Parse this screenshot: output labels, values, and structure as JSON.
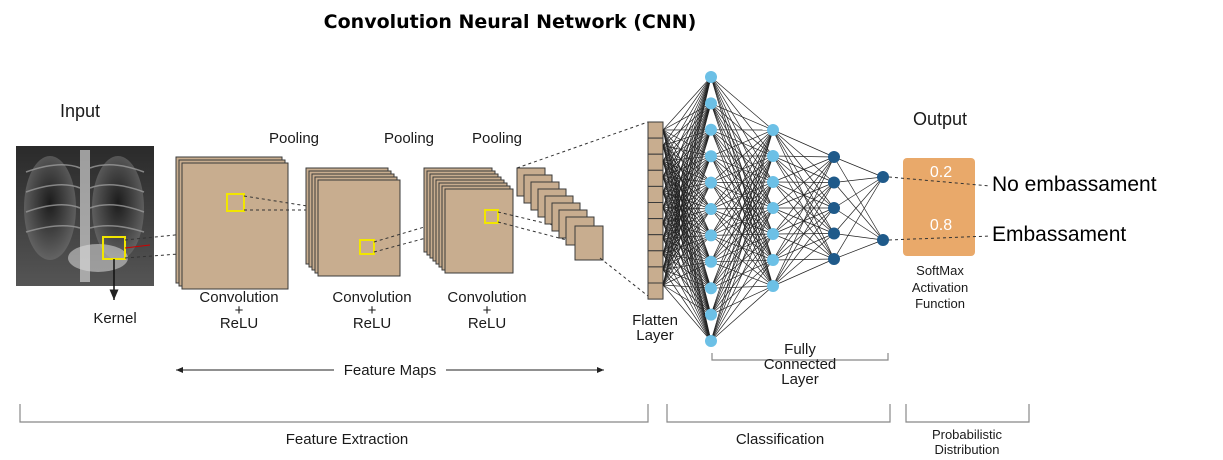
{
  "title": "Convolution  Neural  Network (CNN)",
  "labels": {
    "input": "Input",
    "kernel": "Kernel",
    "pooling": "Pooling",
    "conv_line1": "Convolution",
    "conv_line2": "+",
    "conv_line3": "ReLU",
    "feature_maps": "Feature  Maps",
    "flatten_line1": "Flatten",
    "flatten_line2": "Layer",
    "fc_line1": "Fully",
    "fc_line2": "Connected",
    "fc_line3": "Layer",
    "output": "Output",
    "softmax_line1": "SoftMax",
    "softmax_line2": "Activation",
    "softmax_line3": "Function",
    "feature_extraction": "Feature Extraction",
    "classification": "Classification",
    "prob_line1": "Probabilistic",
    "prob_line2": "Distribution"
  },
  "outputs": [
    {
      "value": "0.2",
      "label": "No embassament"
    },
    {
      "value": "0.8",
      "label": "Embassament"
    }
  ],
  "colors": {
    "feature_map": "#c8ad8f",
    "kernel": "#f2e600",
    "neuron_light": "#6cc0e6",
    "neuron_dark": "#1f5a8a",
    "output_box": "#e9a96a"
  }
}
